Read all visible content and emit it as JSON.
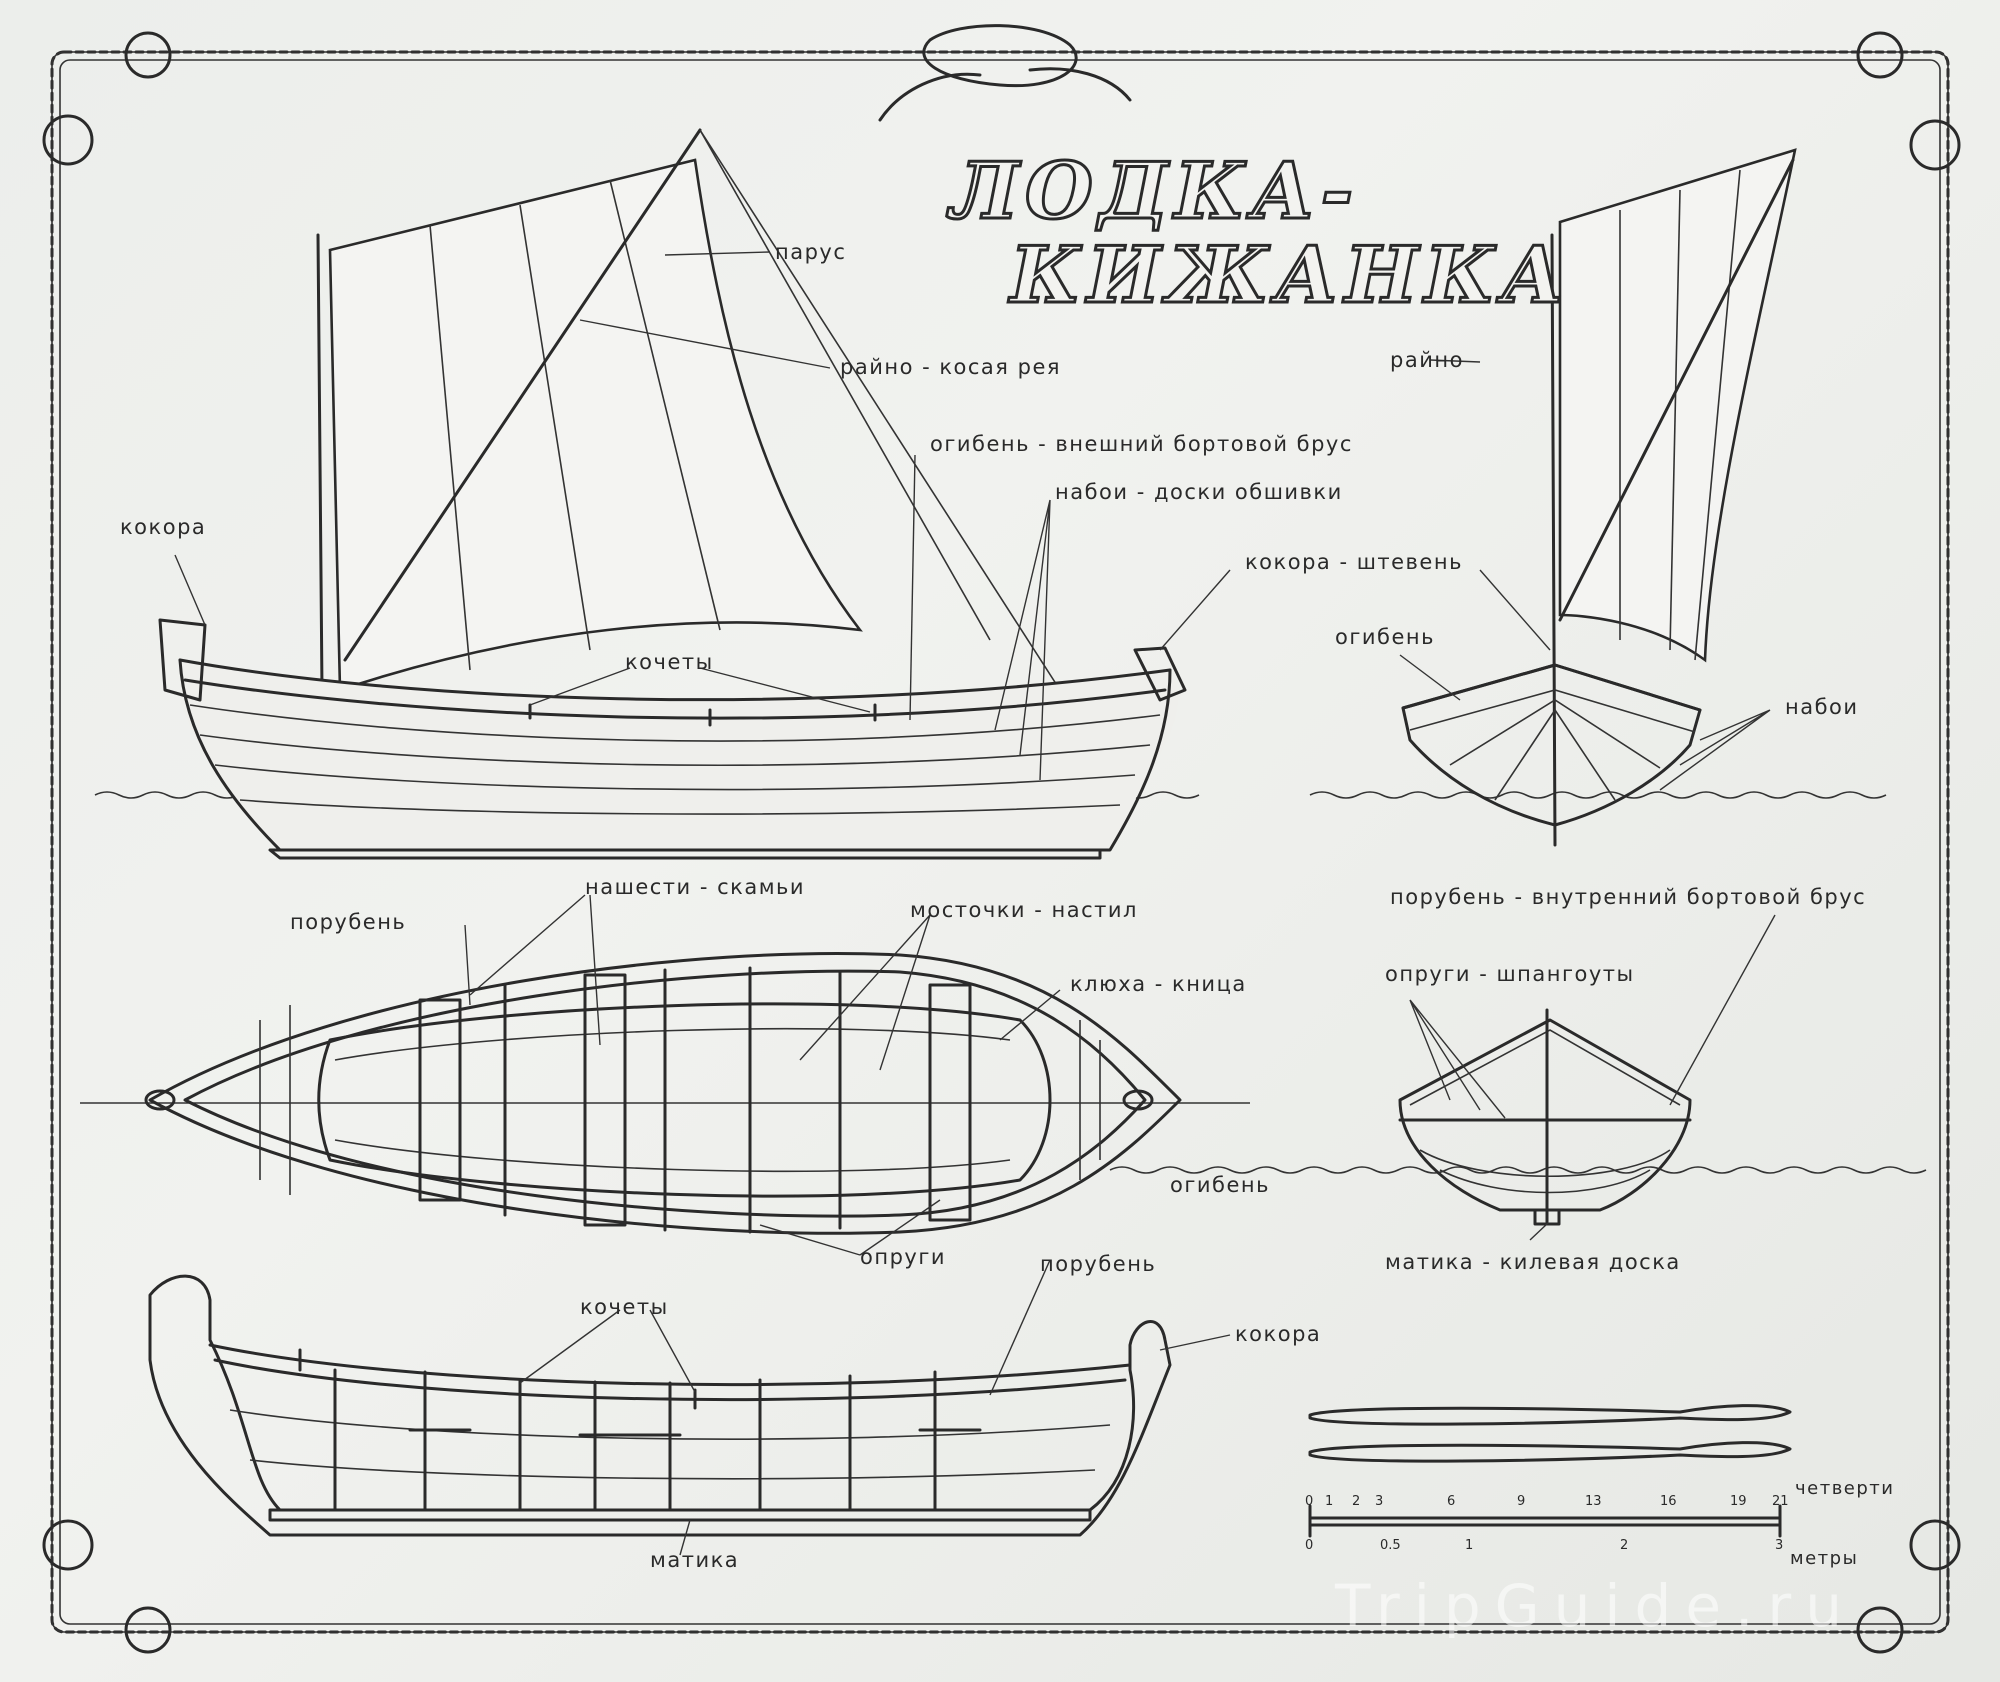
{
  "title": {
    "line1": "ЛОДКА-",
    "line2": "КИЖАНКА"
  },
  "labels": {
    "parus": "парус",
    "raino_kosaya_reya": "райно - косая рея",
    "ogiben_brus": "огибень - внешний бортовой брус",
    "naboi_doski": "набои - доски обшивки",
    "kokora_top": "кокора",
    "kokora_shteven": "кокора - штевень",
    "kochety_top": "кочеты",
    "raino": "райно",
    "ogiben_front": "огибень",
    "naboi_front": "набои",
    "nashesti": "нашести - скамьи",
    "porube_plan": "порубень",
    "mostochki": "мосточки - настил",
    "klyuha": "клюха - кница",
    "porube_inner": "порубень - внутренний бортовой брус",
    "oprugi_shp": "опруги - шпангоуты",
    "ogiben_section": "огибень",
    "matika_kil": "матика - килевая доска",
    "oprugi": "опруги",
    "porube_lower": "порубень",
    "kochety_lower": "кочеты",
    "kokora_lower": "кокора",
    "matika": "матика"
  },
  "scale": {
    "top_unit": "четверти",
    "bottom_unit": "метры",
    "top_ticks": [
      "0",
      "1",
      "2",
      "3",
      "6",
      "9",
      "13",
      "16",
      "19",
      "21"
    ],
    "bottom_ticks": [
      "0",
      "0.5",
      "1",
      "2",
      "3"
    ]
  },
  "watermark": "TripGuide.ru"
}
